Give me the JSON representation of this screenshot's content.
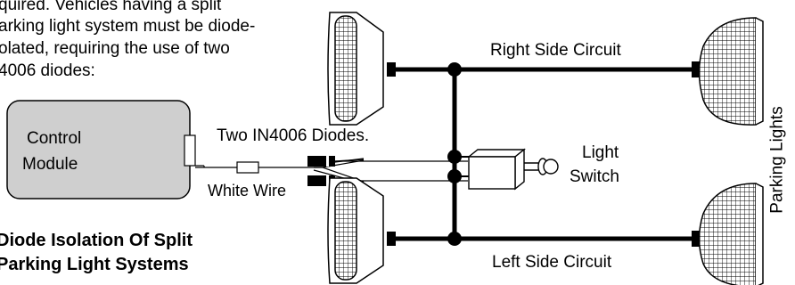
{
  "intro_lines": [
    "quired.  Vehicles having a split",
    "arking light system must be diode-",
    "olated, requiring the use of two",
    "4006 diodes:"
  ],
  "module_label_1": "Control",
  "module_label_2": "Module",
  "white_wire": "White Wire",
  "diodes_label": "Two IN4006 Diodes.",
  "light_label_1": "Light",
  "light_label_2": "Switch",
  "right_circuit": "Right Side Circuit",
  "left_circuit": "Left Side Circuit",
  "parking_lights": "Parking Lights",
  "caption_1": "Diode Isolation Of Split",
  "caption_2": "Parking Light Systems"
}
